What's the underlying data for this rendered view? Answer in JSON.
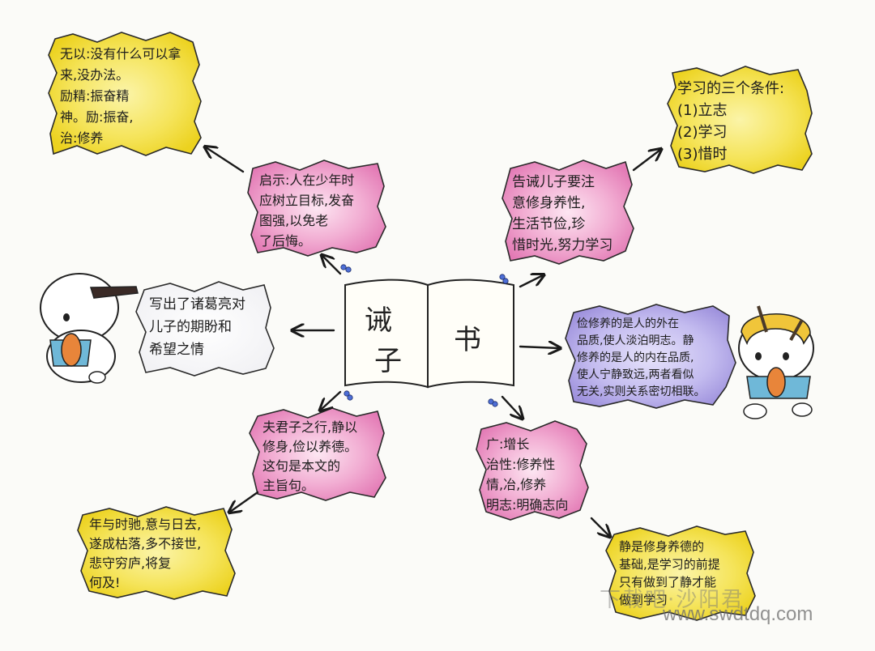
{
  "center": {
    "title_chars": [
      "诫",
      "子",
      "书"
    ]
  },
  "notes": {
    "top_left_yellow": [
      "无以:没有什么可以拿",
      "来,没办法。",
      "励精:振奋精",
      "神。励:振奋,",
      "治:修养"
    ],
    "top_left_pink": [
      "启示:人在少年时",
      "应树立目标,发奋",
      "图强,以免老",
      "了后悔。"
    ],
    "top_right_pink": [
      "告诫儿子要注",
      "意修身养性,",
      "生活节俭,珍",
      "惜时光,努力学习"
    ],
    "top_right_yellow": [
      "学习的三个条件:",
      "(1)立志",
      "(2)学习",
      "(3)惜时"
    ],
    "left_white": [
      "写出了诸葛亮对",
      "儿子的期盼和",
      "希望之情"
    ],
    "right_purple": [
      "俭修养的是人的外在",
      "品质,使人淡泊明志。静",
      "修养的是人的内在品质,",
      "使人宁静致远,两者看似",
      "无关,实则关系密切相联。"
    ],
    "bottom_mid_pink": [
      "夫君子之行,静以",
      "修身,俭以养德。",
      "这句是本文的",
      "主旨句。"
    ],
    "bottom_right_pink": [
      "广:增长",
      "治性:修养性",
      "情,冶,修养",
      "明志:明确志向"
    ],
    "bottom_left_yellow": [
      "年与时驰,意与日去,",
      "遂成枯落,多不接世,",
      "悲守穷庐,将复",
      "何及!"
    ],
    "bottom_right_yellow": [
      "静是修身养德的",
      "基础,是学习的前提",
      "只有做到了静才能",
      "做到学习"
    ]
  },
  "watermark": {
    "cn": "下载吧·沙阳君",
    "url": "www.swdtdq.com"
  },
  "colors": {
    "yellow": "#f3e04a",
    "pink": "#e98bc0",
    "purple": "#a79ce0",
    "ink": "#1c1c1c"
  }
}
